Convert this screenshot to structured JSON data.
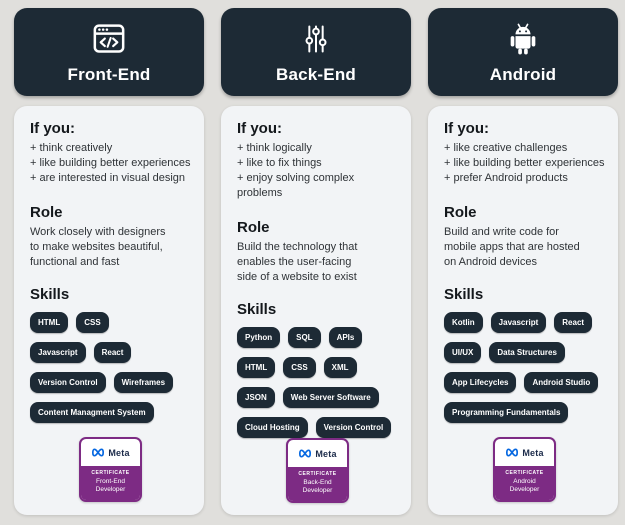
{
  "colors": {
    "background": "#e0dfdc",
    "card_dark": "#1d2a35",
    "card_light": "#f2f4f6",
    "badge_purple": "#7d2b84",
    "meta_blue": "#0668e1"
  },
  "columns": [
    {
      "header": {
        "title": "Front-End",
        "icon": "browser-code-icon"
      },
      "if_you": {
        "heading": "If you:",
        "items": [
          "+ think creatively",
          "+ like building better experiences",
          "+ are interested in visual design"
        ]
      },
      "role": {
        "heading": "Role",
        "text": "Work closely with designers\nto make websites beautiful,\nfunctional and fast"
      },
      "skills": {
        "heading": "Skills",
        "rows": [
          [
            "HTML",
            "CSS"
          ],
          [
            "Javascript",
            "React"
          ],
          [
            "Version Control",
            "Wireframes"
          ],
          [
            "Content Managment System"
          ]
        ]
      },
      "certificate": {
        "brand": "Meta",
        "label": "CERTIFICATE",
        "name": "Front-End\nDeveloper"
      }
    },
    {
      "header": {
        "title": "Back-End",
        "icon": "sliders-icon"
      },
      "if_you": {
        "heading": "If you:",
        "items": [
          "+ think logically",
          "+ like to fix things",
          "+ enjoy solving complex problems"
        ]
      },
      "role": {
        "heading": "Role",
        "text": "Build the technology that\nenables the user-facing\nside of a website to exist"
      },
      "skills": {
        "heading": "Skills",
        "rows": [
          [
            "Python",
            "SQL",
            "APIs"
          ],
          [
            "HTML",
            "CSS",
            "XML"
          ],
          [
            "JSON",
            "Web Server Software"
          ],
          [
            "Cloud Hosting",
            "Version Control"
          ]
        ]
      },
      "certificate": {
        "brand": "Meta",
        "label": "CERTIFICATE",
        "name": "Back-End\nDeveloper"
      }
    },
    {
      "header": {
        "title": "Android",
        "icon": "android-robot-icon"
      },
      "if_you": {
        "heading": "If you:",
        "items": [
          "+ like creative challenges",
          "+ like building better experiences",
          "+ prefer Android products"
        ]
      },
      "role": {
        "heading": "Role",
        "text": "Build and write code for\nmobile apps that are hosted\non Android devices"
      },
      "skills": {
        "heading": "Skills",
        "rows": [
          [
            "Kotlin",
            "Javascript",
            "React"
          ],
          [
            "UI/UX",
            "Data Structures"
          ],
          [
            "App Lifecycles",
            "Android Studio"
          ],
          [
            "Programming Fundamentals"
          ]
        ]
      },
      "certificate": {
        "brand": "Meta",
        "label": "CERTIFICATE",
        "name": "Android\nDeveloper"
      }
    }
  ]
}
